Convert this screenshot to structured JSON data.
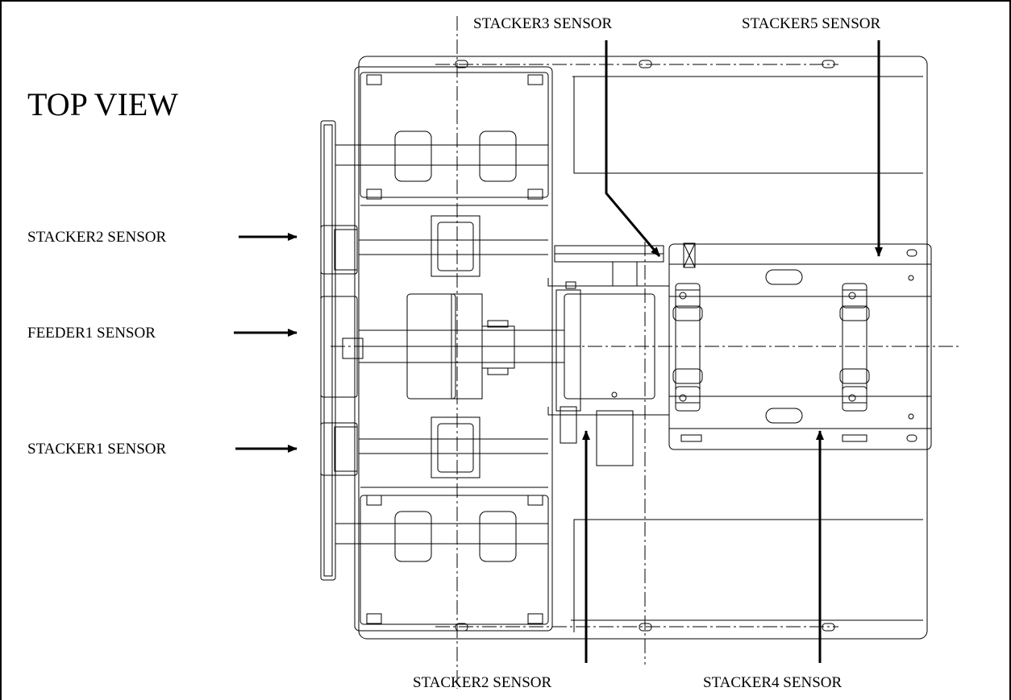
{
  "title": "TOP VIEW",
  "labels": {
    "stacker3_top": "STACKER3 SENSOR",
    "stacker5_top": "STACKER5 SENSOR",
    "stacker2_left": "STACKER2 SENSOR",
    "feeder1_left": "FEEDER1 SENSOR",
    "stacker1_left": "STACKER1 SENSOR",
    "stacker2_bottom": "STACKER2 SENSOR",
    "stacker4_bottom": "STACKER4 SENSOR"
  }
}
